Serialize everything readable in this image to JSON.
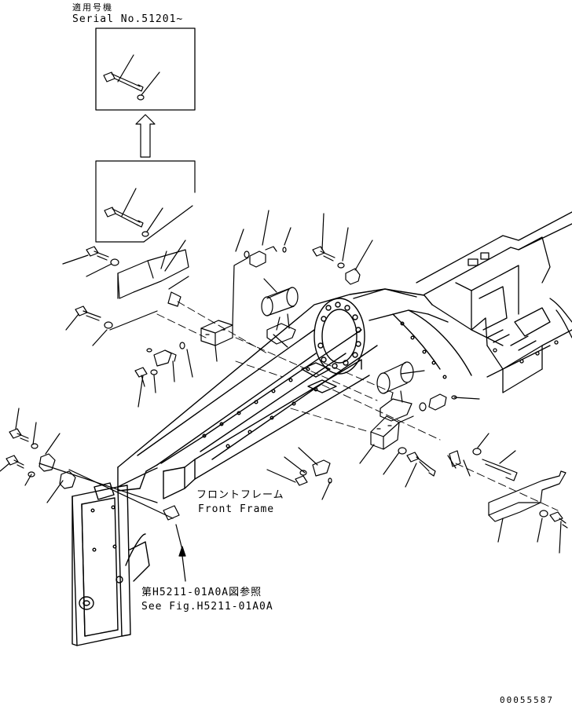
{
  "header": {
    "applicable_serial_jp": "適用号機",
    "applicable_serial_en": "Serial No.51201~"
  },
  "callouts": {
    "front_frame_jp": "フロントフレーム",
    "front_frame_en": "Front Frame",
    "see_fig_jp": "第H5211-01A0A図参照",
    "see_fig_en": "See Fig.H5211-01A0A"
  },
  "footer": {
    "drawing_number": "00055587"
  },
  "colors": {
    "ink": "#000000",
    "paper": "#ffffff"
  }
}
